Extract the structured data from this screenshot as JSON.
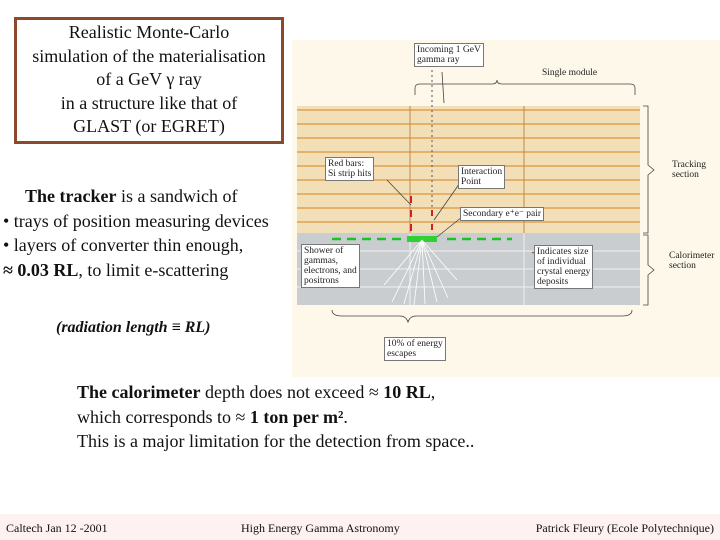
{
  "callout": {
    "lines": [
      "Realistic Monte-Carlo",
      "simulation of the materialisation",
      "of a GeV γ ray",
      "in a structure like that of",
      "GLAST (or EGRET)"
    ]
  },
  "figure": {
    "incoming_label": "Incoming 1 GeV\ngamma ray",
    "single_module": "Single module",
    "red_bars": "Red bars:\nSi strip hits",
    "interaction_point": "Interaction\nPoint",
    "secondary_pair": "Secondary e⁺e⁻ pair",
    "tracking_section": "Tracking\nsection",
    "shower_label": "Shower of\ngammas,\nelectrons, and\npositrons",
    "indicate_size": "Indicates size\nof individual\ncrystal energy\ndeposits",
    "calorimeter_section": "Calorimeter\nsection",
    "energy_escapes": "10% of energy\nescapes"
  },
  "tracker": {
    "line1_bold": "The tracker",
    "line1_rest": " is a sandwich of",
    "line2": "• trays of position measuring devices",
    "line3": "• layers of converter thin enough,",
    "line4_bold": "≈ 0.03 RL",
    "line4_rest": ", to limit e-scattering"
  },
  "rl_note": "(radiation length ≡  RL)",
  "calorimeter": {
    "line1_bold": "The calorimeter",
    "line1_mid": " depth does not exceed ≈ ",
    "line1_bold2": "10 RL",
    "line1_end": ",",
    "line2_start": "which corresponds to ≈ ",
    "line2_bold": "1 ton per m²",
    "line2_end": ".",
    "line3": "This is a major limitation for the detection from space.."
  },
  "footer": {
    "left": "Caltech Jan 12 -2001",
    "center": "High Energy Gamma Astronomy",
    "right": "Patrick Fleury (Ecole Polytechnique)"
  },
  "colors": {
    "frame": "#8b4a2b",
    "tracker_lines": "#e0a050",
    "calorimeter": "#c9cdd0",
    "hit_marks": "#d02020",
    "pair_track": "#20c020"
  }
}
